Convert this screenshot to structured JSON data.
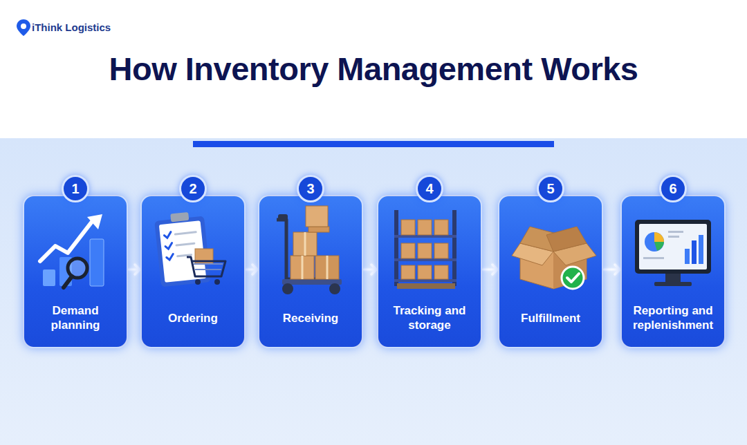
{
  "diagram": {
    "title": "How Inventory Management Works",
    "nodes": [
      {
        "text": [
          "Demand planning"
        ]
      },
      {
        "text": [
          "Ordering"
        ]
      },
      {
        "text": [
          "Receiving"
        ]
      },
      {
        "text": [
          "Tracking and storage"
        ]
      },
      {
        "text": [
          "Fulfillment"
        ]
      },
      {
        "text": [
          "Reporting and replenishment"
        ]
      }
    ],
    "edges": [
      {
        "from": 0,
        "to": 1,
        "arrow": "to"
      },
      {
        "from": 1,
        "to": 2,
        "arrow": "to"
      },
      {
        "from": 2,
        "to": 3,
        "arrow": "to"
      },
      {
        "from": 3,
        "to": 4,
        "arrow": "to"
      },
      {
        "from": 4,
        "to": 5,
        "arrow": "to"
      }
    ],
    "labels": [
      "iThink Logistics",
      "1",
      "2",
      "3",
      "4",
      "5",
      "6"
    ]
  }
}
